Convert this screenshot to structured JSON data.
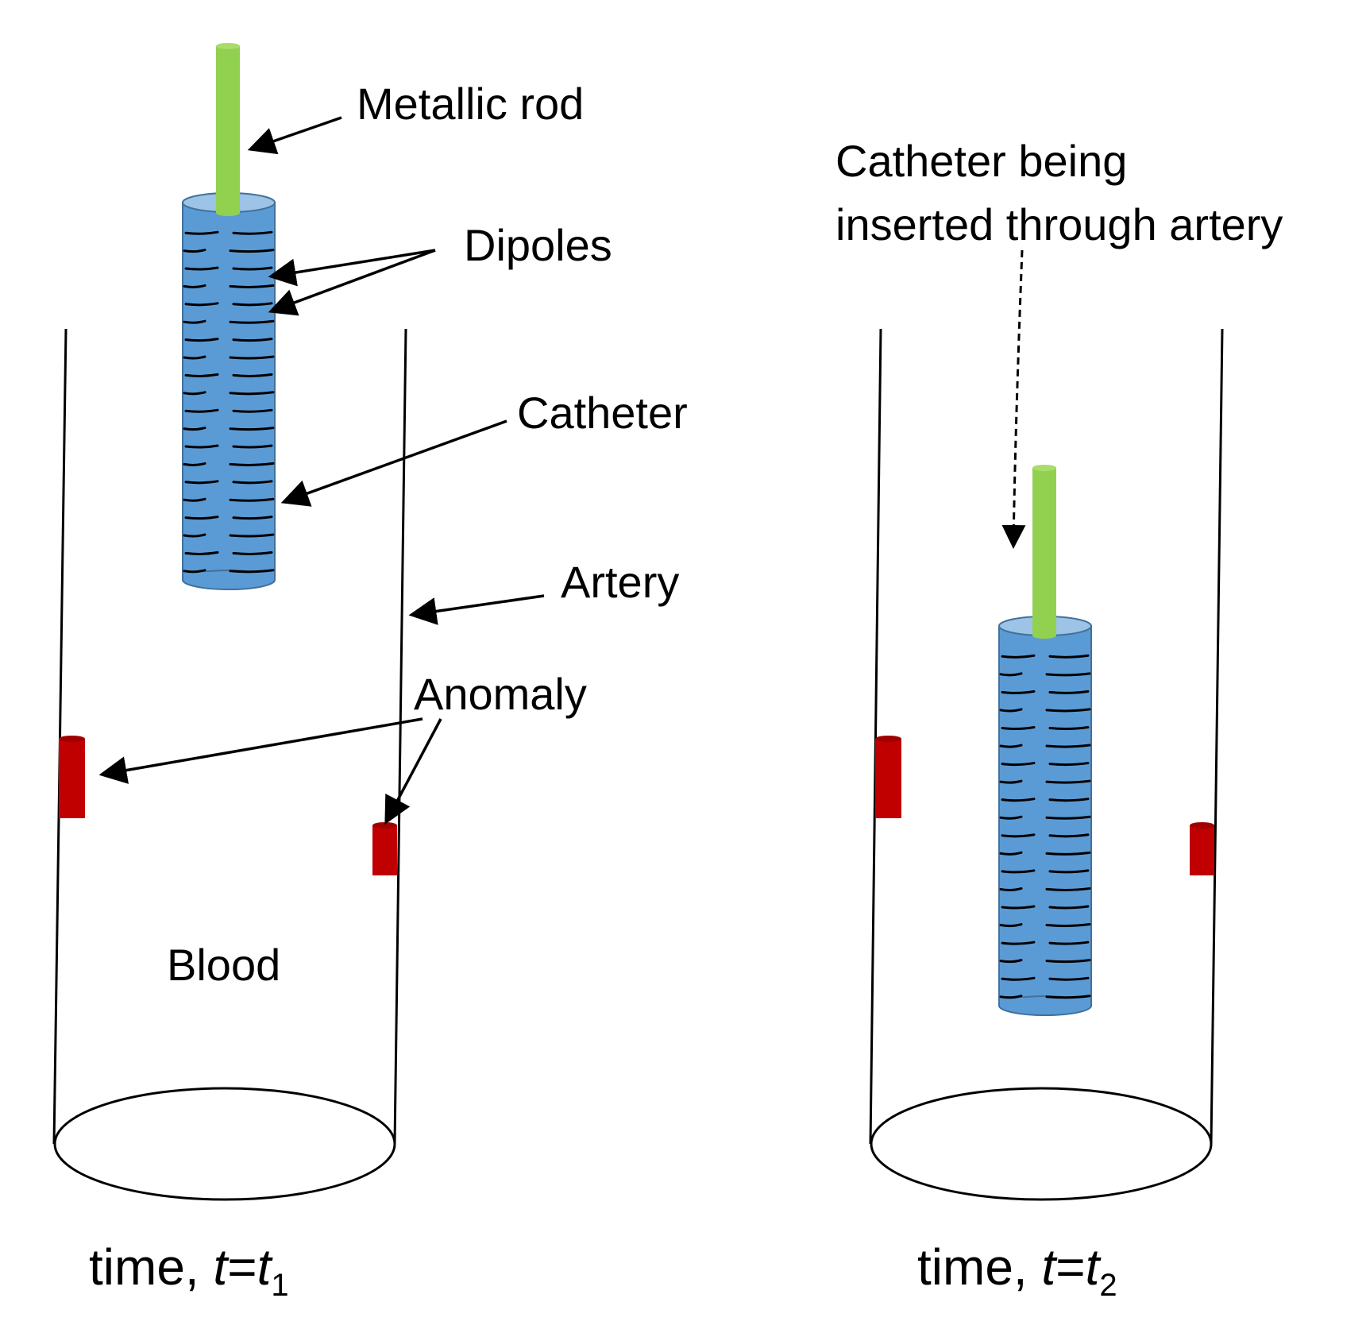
{
  "labels": {
    "metallic_rod": "Metallic rod",
    "dipoles": "Dipoles",
    "catheter": "Catheter",
    "artery": "Artery",
    "anomaly": "Anomaly",
    "blood": "Blood",
    "catheter_inserted_line1": "Catheter being",
    "catheter_inserted_line2": "inserted through artery"
  },
  "captions": {
    "left": {
      "prefix": "time, ",
      "var": "t",
      "eq": "=",
      "sub_base": "t",
      "sub": "1"
    },
    "right": {
      "prefix": "time, ",
      "var": "t",
      "eq": "=",
      "sub_base": "t",
      "sub": "2"
    }
  },
  "colors": {
    "rod": "#92d050",
    "catheter_body": "#5b9bd5",
    "catheter_top": "#9dc3e6",
    "catheter_edge": "#41719c",
    "anomaly": "#c00000",
    "anomaly_edge": "#8b0000",
    "line": "#000000"
  }
}
